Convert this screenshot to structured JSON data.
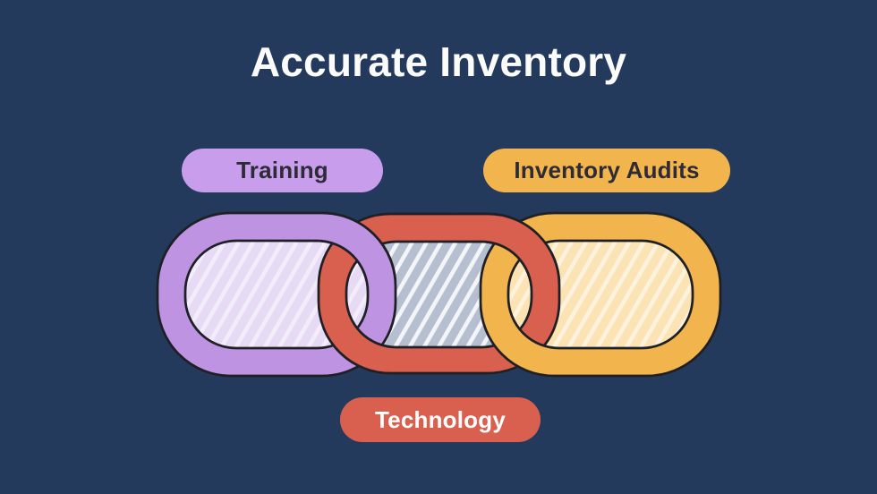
{
  "title": "Accurate Inventory",
  "labels": {
    "training": "Training",
    "inventory_audits": "Inventory Audits",
    "technology": "Technology"
  },
  "colors": {
    "background": "#233A5C",
    "outline": "#1F2026",
    "title_text": "#FBFBF9",
    "text_dark": "#2D2B35",
    "text_light": "#FFFFFF",
    "link_purple": "#BD93E2",
    "link_red": "#D9604F",
    "link_yellow": "#F2B44D",
    "fill_lavender": "#E6DAF4",
    "fill_gray": "#B5BFD0",
    "fill_cream": "#FBE3B4",
    "pill_purple": "#C89DEB",
    "pill_yellow": "#F2B44D",
    "pill_red": "#D9604F"
  },
  "diagram": {
    "type": "interlocking-chain",
    "description": "Three interlocked chain links under the title; each link is tagged by a pill label.",
    "links": [
      {
        "position": "left",
        "label": "Training",
        "band_color": "#BD93E2",
        "inner_fill": "#E6DAF4",
        "weave": "over red at top, under red at bottom"
      },
      {
        "position": "middle",
        "label": "Technology",
        "band_color": "#D9604F",
        "inner_fill": "#B5BFD0",
        "weave": "under purple at top, over purple at bottom; over yellow at top, under yellow at bottom"
      },
      {
        "position": "right",
        "label": "Inventory Audits",
        "band_color": "#F2B44D",
        "inner_fill": "#FBE3B4",
        "weave": "under red at top, over red at bottom"
      }
    ],
    "inner_texture": "white diagonal stripes leaning right"
  }
}
